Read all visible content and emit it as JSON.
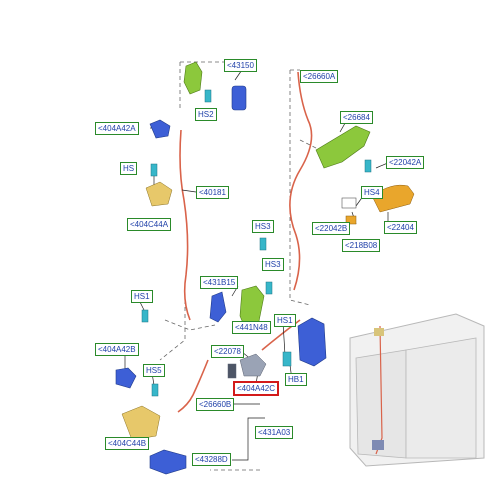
{
  "diagram": {
    "callouts": {
      "c43150": "<43150",
      "hs2": "HS2",
      "c404A42A": "<404A42A",
      "hs": "HS",
      "c40181": "<40181",
      "c404C44A": "<404C44A",
      "hs3a": "HS3",
      "hs3b": "HS3",
      "c431B1": "<431B15",
      "c441N4": "<441N48",
      "hs1a": "HS1",
      "c404A42B": "<404A42B",
      "hs5": "HS5",
      "c404C44B": "<404C44B",
      "c22078": "<22078",
      "c404A42C": "<404A42C",
      "hs1b": "HS1",
      "hb1": "HB1",
      "c26660B": "<26660B",
      "c431A03": "<431A03",
      "c43288D": "<43288D",
      "c26660A": "<26660A",
      "c26684": "<26684",
      "c22042A": "<22042A",
      "hs4": "HS4",
      "c22042B": "<22042B",
      "c22404": "<22404",
      "c218B08": "<218B08"
    },
    "highlighted_callout": "<404A42C",
    "colors": {
      "callout_border": "#2a8a2a",
      "callout_text": "#1e3fa8",
      "highlight_border": "#d31a1a",
      "cable": "#d9634a",
      "part_blue": "#3d5fd6",
      "part_green": "#8cc83c",
      "part_yellow": "#e7c86a",
      "part_orange": "#e9a62c",
      "part_teal": "#37b6c9",
      "part_gray": "#9aa3b5"
    }
  }
}
